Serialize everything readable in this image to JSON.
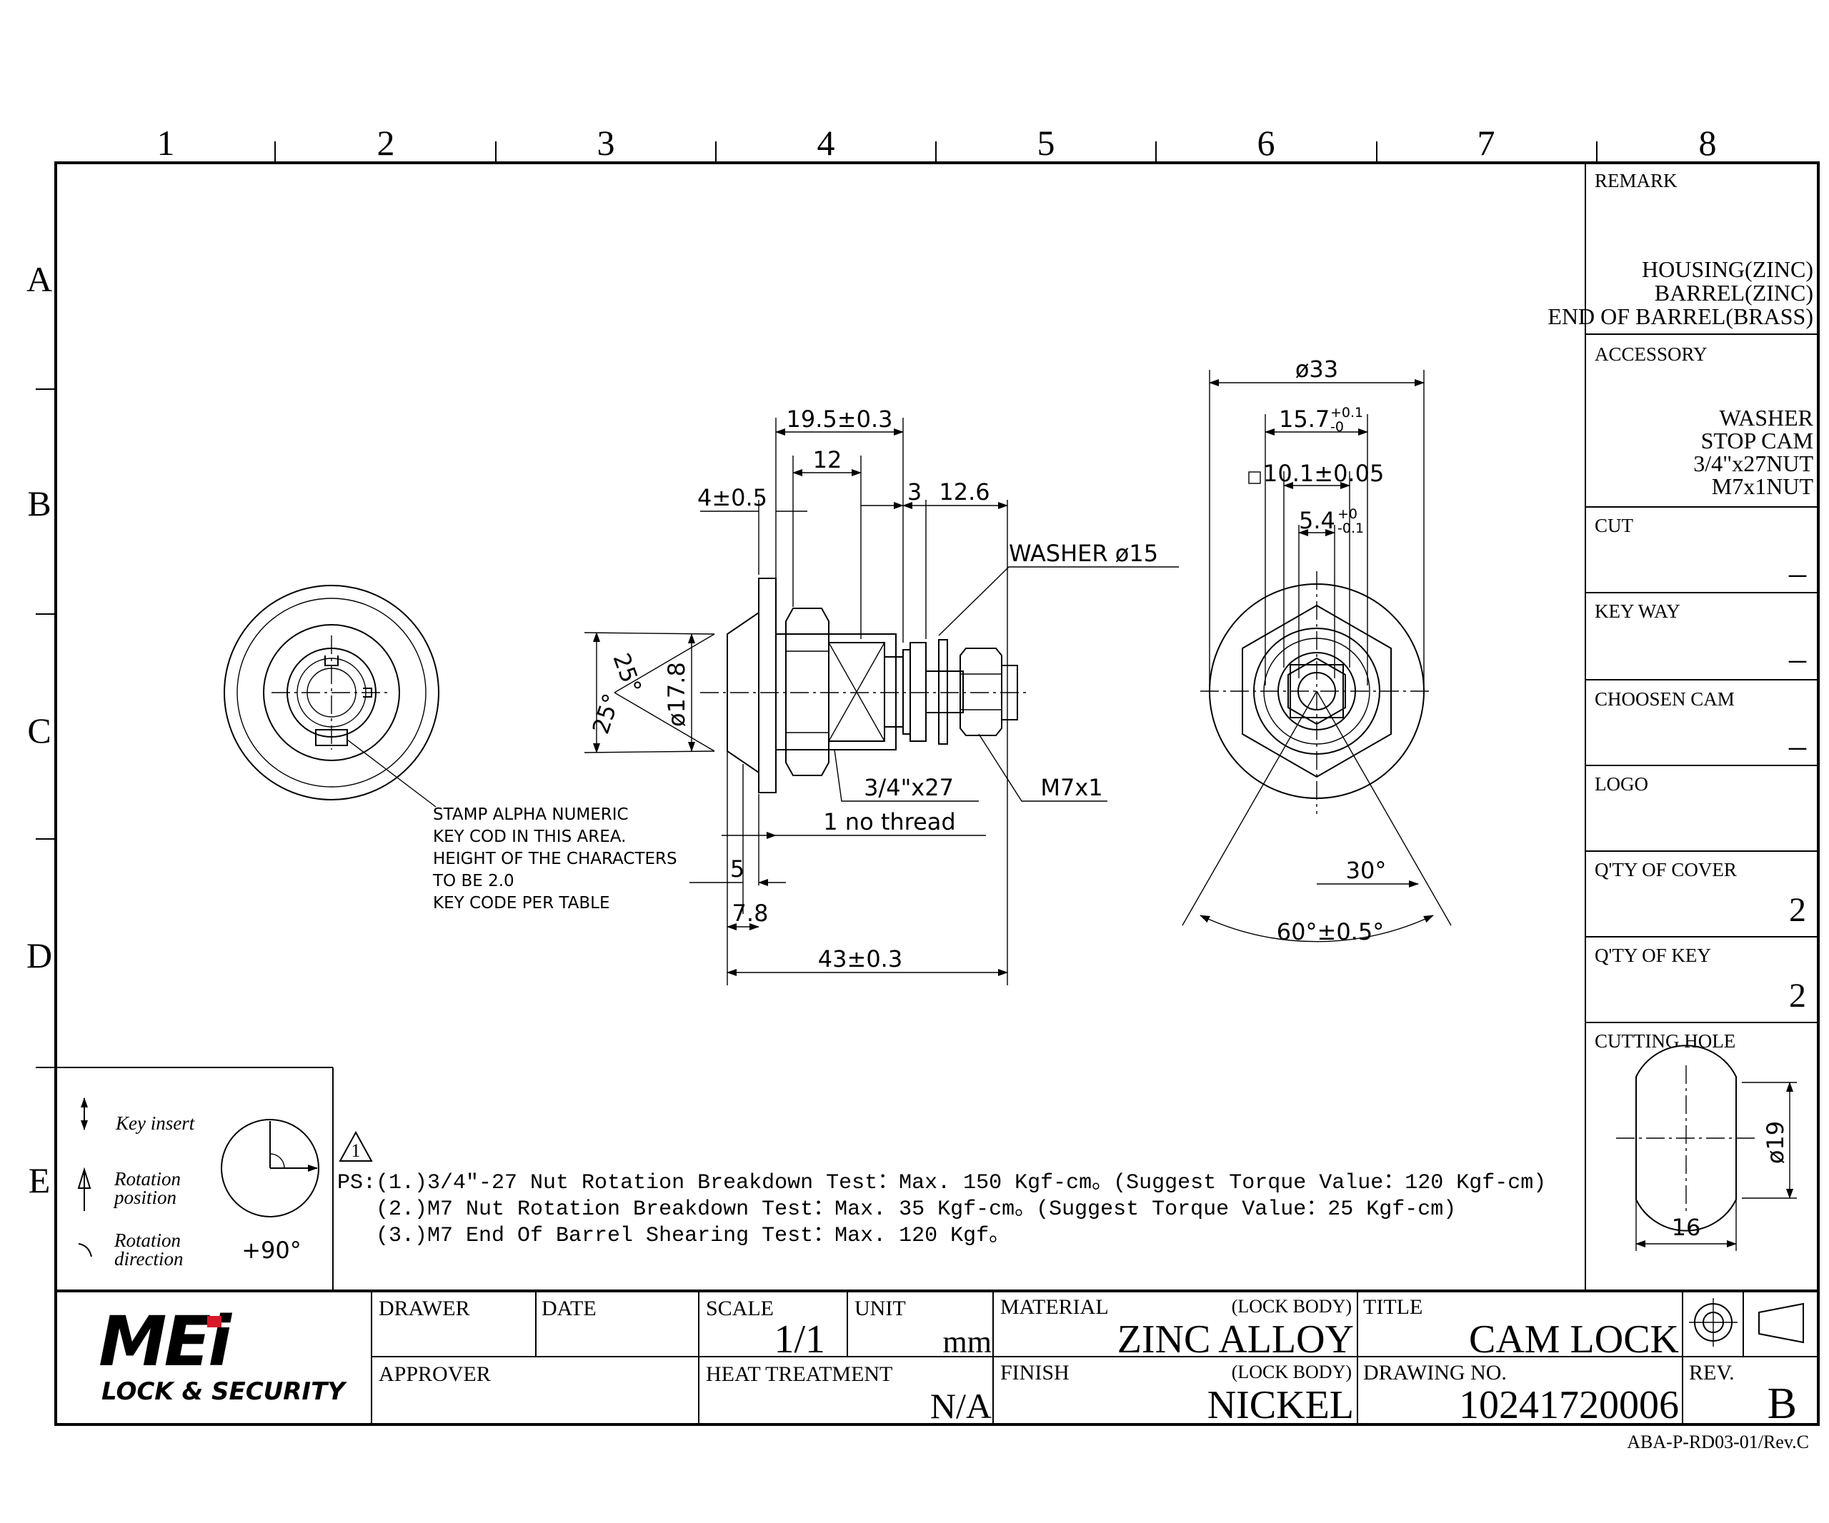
{
  "zones": {
    "columns": [
      "1",
      "2",
      "3",
      "4",
      "5",
      "6",
      "7",
      "8"
    ],
    "rows": [
      "A",
      "B",
      "C",
      "D",
      "E"
    ]
  },
  "remark": {
    "label": "REMARK",
    "lines": [
      "HOUSING(ZINC)",
      "BARREL(ZINC)",
      "END OF BARREL(BRASS)"
    ]
  },
  "accessory": {
    "label": "ACCESSORY",
    "lines": [
      "WASHER",
      "STOP CAM",
      "3/4\"x27NUT",
      "M7x1NUT"
    ]
  },
  "spec_fields": [
    {
      "label": "CUT",
      "value": "_"
    },
    {
      "label": "KEY WAY",
      "value": "_"
    },
    {
      "label": "CHOOSEN CAM",
      "value": "_"
    },
    {
      "label": "LOGO",
      "value": ""
    },
    {
      "label": "Q'TY OF COVER",
      "value": "2"
    },
    {
      "label": "Q'TY OF KEY",
      "value": "2"
    }
  ],
  "cutting_hole": {
    "label": "CUTTING HOLE",
    "diameter": "ø19",
    "width": "16"
  },
  "front_note": [
    "STAMP ALPHA NUMERIC",
    "KEY COD IN THIS AREA.",
    "HEIGHT OF THE CHARACTERS",
    "TO BE 2.0",
    "KEY CODE PER TABLE"
  ],
  "side_dims": {
    "d1": "19.5±0.3",
    "d2": "12",
    "d3": "4±0.5",
    "d4": "3",
    "d5": "12.6",
    "washer": "WASHER ø15",
    "a1": "25°",
    "a2": "25°",
    "dia": "ø17.8",
    "thread": "3/4\"x27",
    "m7": "M7x1",
    "nothread": "1 no thread",
    "d6": "5",
    "d7": "7.8",
    "total": "43±0.3"
  },
  "rear_dims": {
    "d33": "ø33",
    "d157": "15.7",
    "d157_tol_upper": "+0.1",
    "d157_tol_lower": "-0",
    "sq": "10.1±0.05",
    "d54": "5.4",
    "d54_tol_upper": "+0",
    "d54_tol_lower": "-0.1",
    "ang30": "30°",
    "ang60": "60°±0.5°"
  },
  "legend": {
    "key_insert": "Key insert",
    "rotation_position": [
      "Rotation",
      "position"
    ],
    "rotation_direction": [
      "Rotation",
      "direction"
    ],
    "angle": "+90°"
  },
  "notes": {
    "rev_flag": "1",
    "lines": [
      "PS:(1.)3/4\"-27 Nut Rotation Breakdown Test：Max. 150 Kgf-cm。(Suggest Torque Value：120 Kgf-cm)",
      "(2.)M7 Nut Rotation Breakdown Test：Max. 35 Kgf-cm。(Suggest Torque Value：25 Kgf-cm)",
      "(3.)M7 End Of Barrel Shearing Test：Max. 120 Kgf。"
    ]
  },
  "logo": {
    "brand": "MEi",
    "tagline": "LOCK & SECURITY",
    "brand_color": "#111111",
    "dot_color": "#d8192a"
  },
  "title_block": {
    "drawer_label": "DRAWER",
    "date_label": "DATE",
    "approver_label": "APPROVER",
    "scale_label": "SCALE",
    "scale": "1/1",
    "unit_label": "UNIT",
    "unit": "mm",
    "heat_label": "HEAT TREATMENT",
    "heat": "N/A",
    "material_label": "MATERIAL",
    "material_note": "(LOCK BODY)",
    "material": "ZINC ALLOY",
    "finish_label": "FINISH",
    "finish_note": "(LOCK BODY)",
    "finish": "NICKEL",
    "title_label": "TITLE",
    "title": "CAM LOCK",
    "drawing_no_label": "DRAWING NO.",
    "drawing_no": "10241720006",
    "rev_label": "REV.",
    "rev": "B"
  },
  "form_code": "ABA-P-RD03-01/Rev.C"
}
